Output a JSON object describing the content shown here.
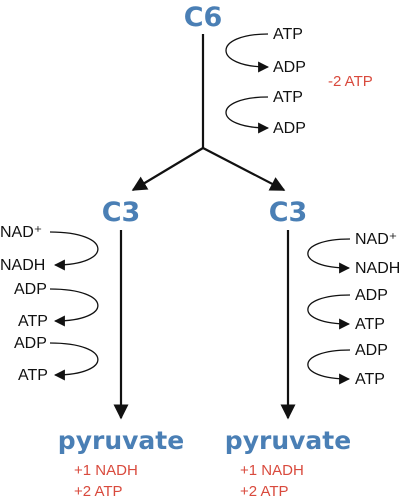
{
  "top": {
    "molecule": "C6"
  },
  "top_reactions": {
    "step1": {
      "input": "ATP",
      "output": "ADP"
    },
    "step2": {
      "input": "ATP",
      "output": "ADP"
    },
    "net": "-2 ATP"
  },
  "left": {
    "molecule": "C3",
    "reactions": [
      {
        "input": "NAD⁺",
        "output": "NADH"
      },
      {
        "input": "ADP",
        "output": "ATP"
      },
      {
        "input": "ADP",
        "output": "ATP"
      }
    ],
    "product": "pyruvate",
    "yield_nadh": "+1 NADH",
    "yield_atp": "+2 ATP"
  },
  "right": {
    "molecule": "C3",
    "reactions": [
      {
        "input": "NAD⁺",
        "output": "NADH"
      },
      {
        "input": "ADP",
        "output": "ATP"
      },
      {
        "input": "ADP",
        "output": "ATP"
      }
    ],
    "product": "pyruvate",
    "yield_nadh": "+1 NADH",
    "yield_atp": "+2 ATP"
  },
  "colors": {
    "molecule": "#4a7fb5",
    "net_change": "#d94a3d",
    "line": "#111111"
  }
}
